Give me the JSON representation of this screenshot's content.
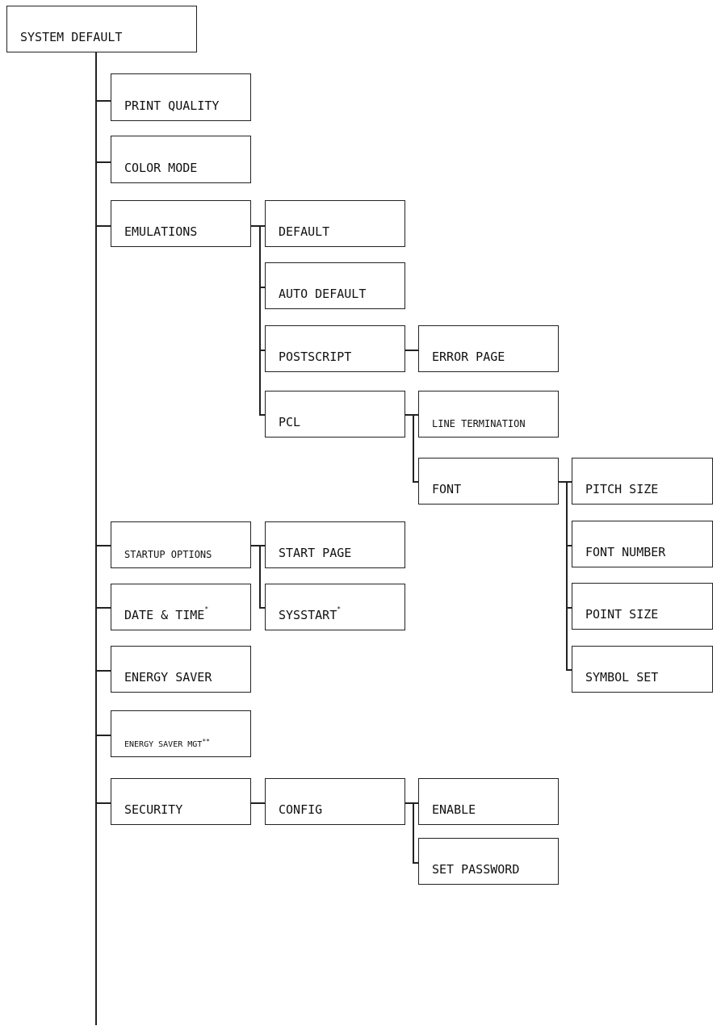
{
  "menu": {
    "root": "SYSTEM DEFAULT",
    "print_quality": "PRINT QUALITY",
    "color_mode": "COLOR MODE",
    "emulations": {
      "label": "EMULATIONS",
      "default": "DEFAULT",
      "auto_default": "AUTO DEFAULT",
      "postscript": {
        "label": "POSTSCRIPT",
        "error_page": "ERROR PAGE"
      },
      "pcl": {
        "label": "PCL",
        "line_termination": "LINE TERMINATION",
        "font": {
          "label": "FONT",
          "pitch_size": "PITCH SIZE",
          "font_number": "FONT NUMBER",
          "point_size": "POINT SIZE",
          "symbol_set": "SYMBOL SET"
        }
      }
    },
    "startup_options": {
      "label": "STARTUP OPTIONS",
      "start_page": "START PAGE",
      "sysstart": "SYSSTART",
      "sysstart_mark": "*"
    },
    "date_time": {
      "label": "DATE & TIME",
      "mark": "*"
    },
    "energy_saver": "ENERGY SAVER",
    "energy_saver_mgt": {
      "label": "ENERGY SAVER MGT",
      "mark": "**"
    },
    "security": {
      "label": "SECURITY",
      "config": "CONFIG",
      "enable": "ENABLE",
      "set_password": "SET PASSWORD"
    }
  }
}
